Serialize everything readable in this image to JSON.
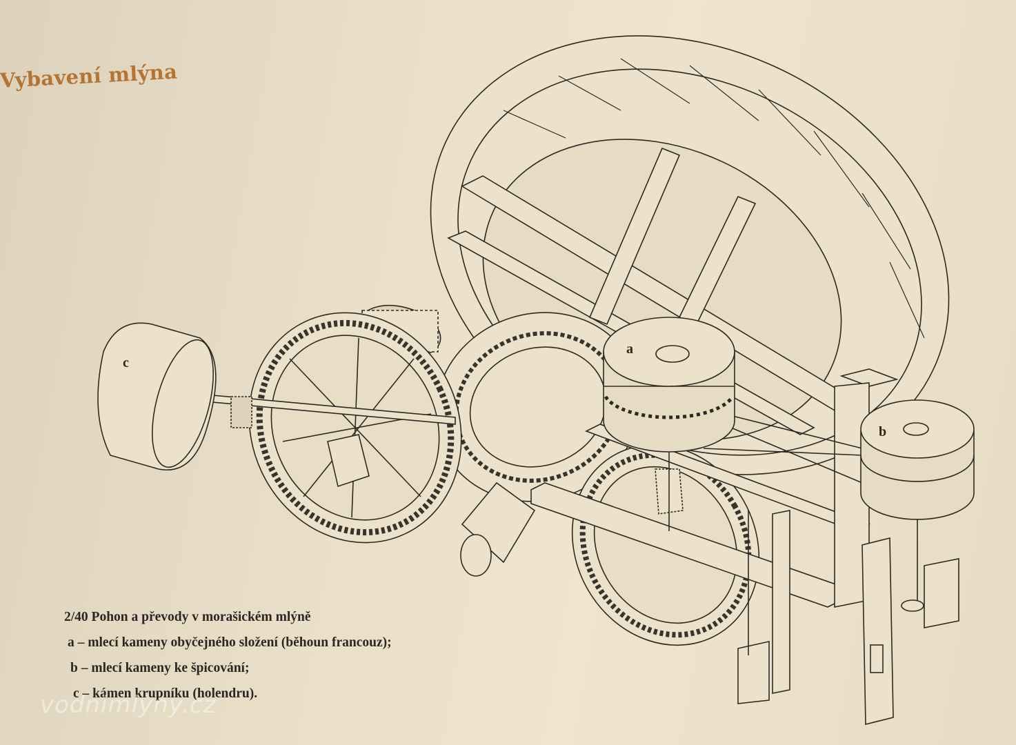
{
  "page": {
    "heading": "Vybavení mlýna",
    "watermark": "vodnimlyny.cz"
  },
  "figure": {
    "labels": {
      "a": "a",
      "b": "b",
      "c": "c"
    },
    "caption": {
      "title": "2/40 Pohon a převody v morašickém mlýně",
      "items": [
        "a – mlecí kameny obyčejného složení (běhoun francouz);",
        "b – mlecí kameny ke špicování;",
        "c – kámen krupníku (holendru)."
      ]
    }
  },
  "colors": {
    "heading": "#b47432",
    "ink": "#2c2520",
    "paper": "#e9dfc8"
  }
}
